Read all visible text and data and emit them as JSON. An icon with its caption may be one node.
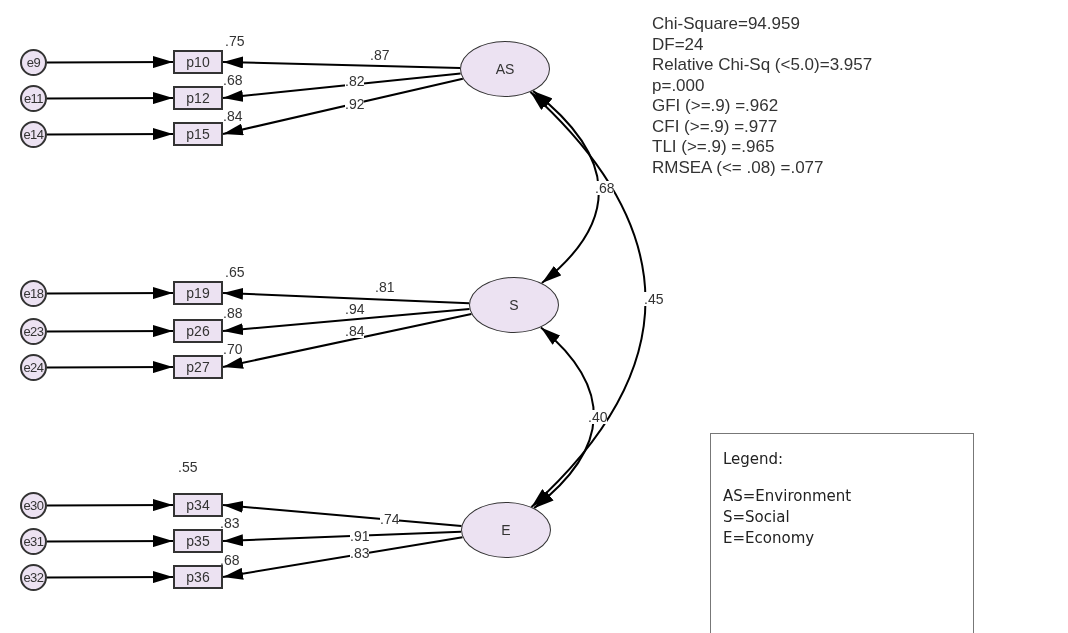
{
  "diagram": {
    "nodes": [
      {
        "text": [
          "e9"
        ]
      },
      {
        "text": [
          "p10"
        ],
        "beside": [
          ".75"
        ]
      },
      {
        "text": [
          "AS"
        ]
      },
      {
        "text": [
          "e11"
        ]
      },
      {
        "text": [
          "p12"
        ],
        "beside": [
          ".68"
        ]
      },
      {
        "text": [
          "e14"
        ]
      },
      {
        "text": [
          "p15"
        ],
        "beside": [
          ".84"
        ]
      },
      {
        "text": [
          "e18"
        ]
      },
      {
        "text": [
          "p19"
        ],
        "beside": [
          ".65"
        ]
      },
      {
        "text": [
          "S"
        ]
      },
      {
        "text": [
          "e23"
        ]
      },
      {
        "text": [
          "p26"
        ],
        "beside": [
          ".88"
        ]
      },
      {
        "text": [
          "e24"
        ]
      },
      {
        "text": [
          "p27"
        ],
        "beside": [
          ".70"
        ]
      },
      {
        "text": [
          "e30"
        ]
      },
      {
        "text": [
          "p34"
        ],
        "beside": [
          ".55"
        ]
      },
      {
        "text": [
          "E"
        ]
      },
      {
        "text": [
          "e31"
        ]
      },
      {
        "text": [
          "p35"
        ],
        "beside": [
          ".83"
        ]
      },
      {
        "text": [
          "e32"
        ]
      },
      {
        "text": [
          "p36"
        ],
        "beside": [
          ".68"
        ]
      },
      {
        "text": [
          "Legend:",
          "AS=Environment",
          "S=Social",
          "E=Economy"
        ]
      }
    ],
    "edges": [
      {
        "from": 0,
        "to": 1,
        "arrow": "to"
      },
      {
        "from": 3,
        "to": 4,
        "arrow": "to"
      },
      {
        "from": 5,
        "to": 6,
        "arrow": "to"
      },
      {
        "from": 2,
        "to": 1,
        "arrow": "to",
        "label": ".87"
      },
      {
        "from": 2,
        "to": 4,
        "arrow": "to",
        "label": ".82"
      },
      {
        "from": 2,
        "to": 6,
        "arrow": "to",
        "label": ".92"
      },
      {
        "from": 7,
        "to": 8,
        "arrow": "to"
      },
      {
        "from": 10,
        "to": 11,
        "arrow": "to"
      },
      {
        "from": 12,
        "to": 13,
        "arrow": "to"
      },
      {
        "from": 9,
        "to": 8,
        "arrow": "to",
        "label": ".81"
      },
      {
        "from": 9,
        "to": 11,
        "arrow": "to",
        "label": ".94"
      },
      {
        "from": 9,
        "to": 13,
        "arrow": "to",
        "label": ".84"
      },
      {
        "from": 14,
        "to": 15,
        "arrow": "to"
      },
      {
        "from": 17,
        "to": 18,
        "arrow": "to"
      },
      {
        "from": 19,
        "to": 20,
        "arrow": "to"
      },
      {
        "from": 16,
        "to": 15,
        "arrow": "to",
        "label": ".74"
      },
      {
        "from": 16,
        "to": 18,
        "arrow": "to",
        "label": ".91"
      },
      {
        "from": 16,
        "to": 20,
        "arrow": "to",
        "label": ".83"
      },
      {
        "from": 2,
        "to": 9,
        "arrow": "both",
        "label": ".68"
      },
      {
        "from": 2,
        "to": 16,
        "arrow": "both",
        "label": ".45"
      },
      {
        "from": 9,
        "to": 16,
        "arrow": "both",
        "label": ".40"
      }
    ],
    "labels": [
      "Chi-Square=94.959",
      "DF=24",
      "Relative Chi-Sq (<5.0)=3.957",
      "p=.000",
      "GFI (>=.9) =.962",
      "CFI (>=.9) =.977",
      "TLI (>=.9) =.965",
      "RMSEA (<= .08) =.077"
    ]
  }
}
